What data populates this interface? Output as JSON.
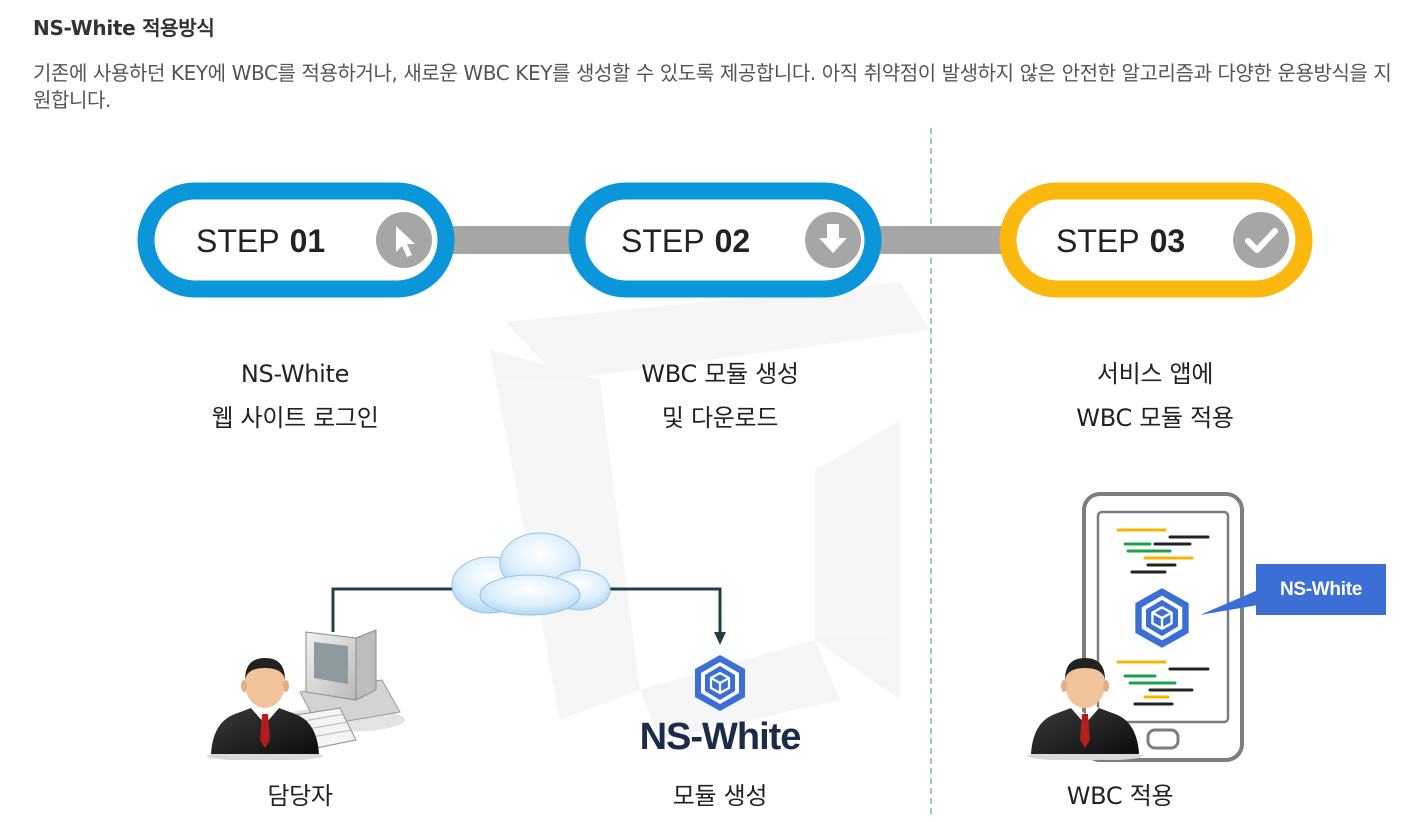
{
  "header": {
    "title": "NS-White 적용방식",
    "description": "기존에 사용하던 KEY에 WBC를 적용하거나, 새로운 WBC KEY를 생성할 수 있도록 제공합니다. 아직 취약점이 발생하지 않은 안전한 알고리즘과 다양한 운용방식을 지원합니다."
  },
  "steps": [
    {
      "prefix": "STEP",
      "number": "01",
      "icon": "cursor-icon",
      "ring_color": "#0a96d8",
      "label_lines": [
        "NS-White",
        "웹 사이트 로그인"
      ]
    },
    {
      "prefix": "STEP",
      "number": "02",
      "icon": "download-arrow-icon",
      "ring_color": "#0a96d8",
      "label_lines": [
        "WBC 모듈 생성",
        "및 다운로드"
      ]
    },
    {
      "prefix": "STEP",
      "number": "03",
      "icon": "checkmark-icon",
      "ring_color": "#fbb80f",
      "label_lines": [
        "서비스 앱에",
        "WBC 모듈 적용"
      ]
    }
  ],
  "bottom": {
    "person_caption": "담당자",
    "module_caption": "모듈 생성",
    "brand_logo_text": "NS-White",
    "apply_caption": "WBC 적용",
    "callout_label": "NS-White"
  },
  "colors": {
    "blue_ring": "#0a96d8",
    "yellow_ring": "#fbb80f",
    "connector": "#a6a6a6",
    "brand_blue": "#3b6fd6",
    "line_dark": "#1f4045"
  }
}
